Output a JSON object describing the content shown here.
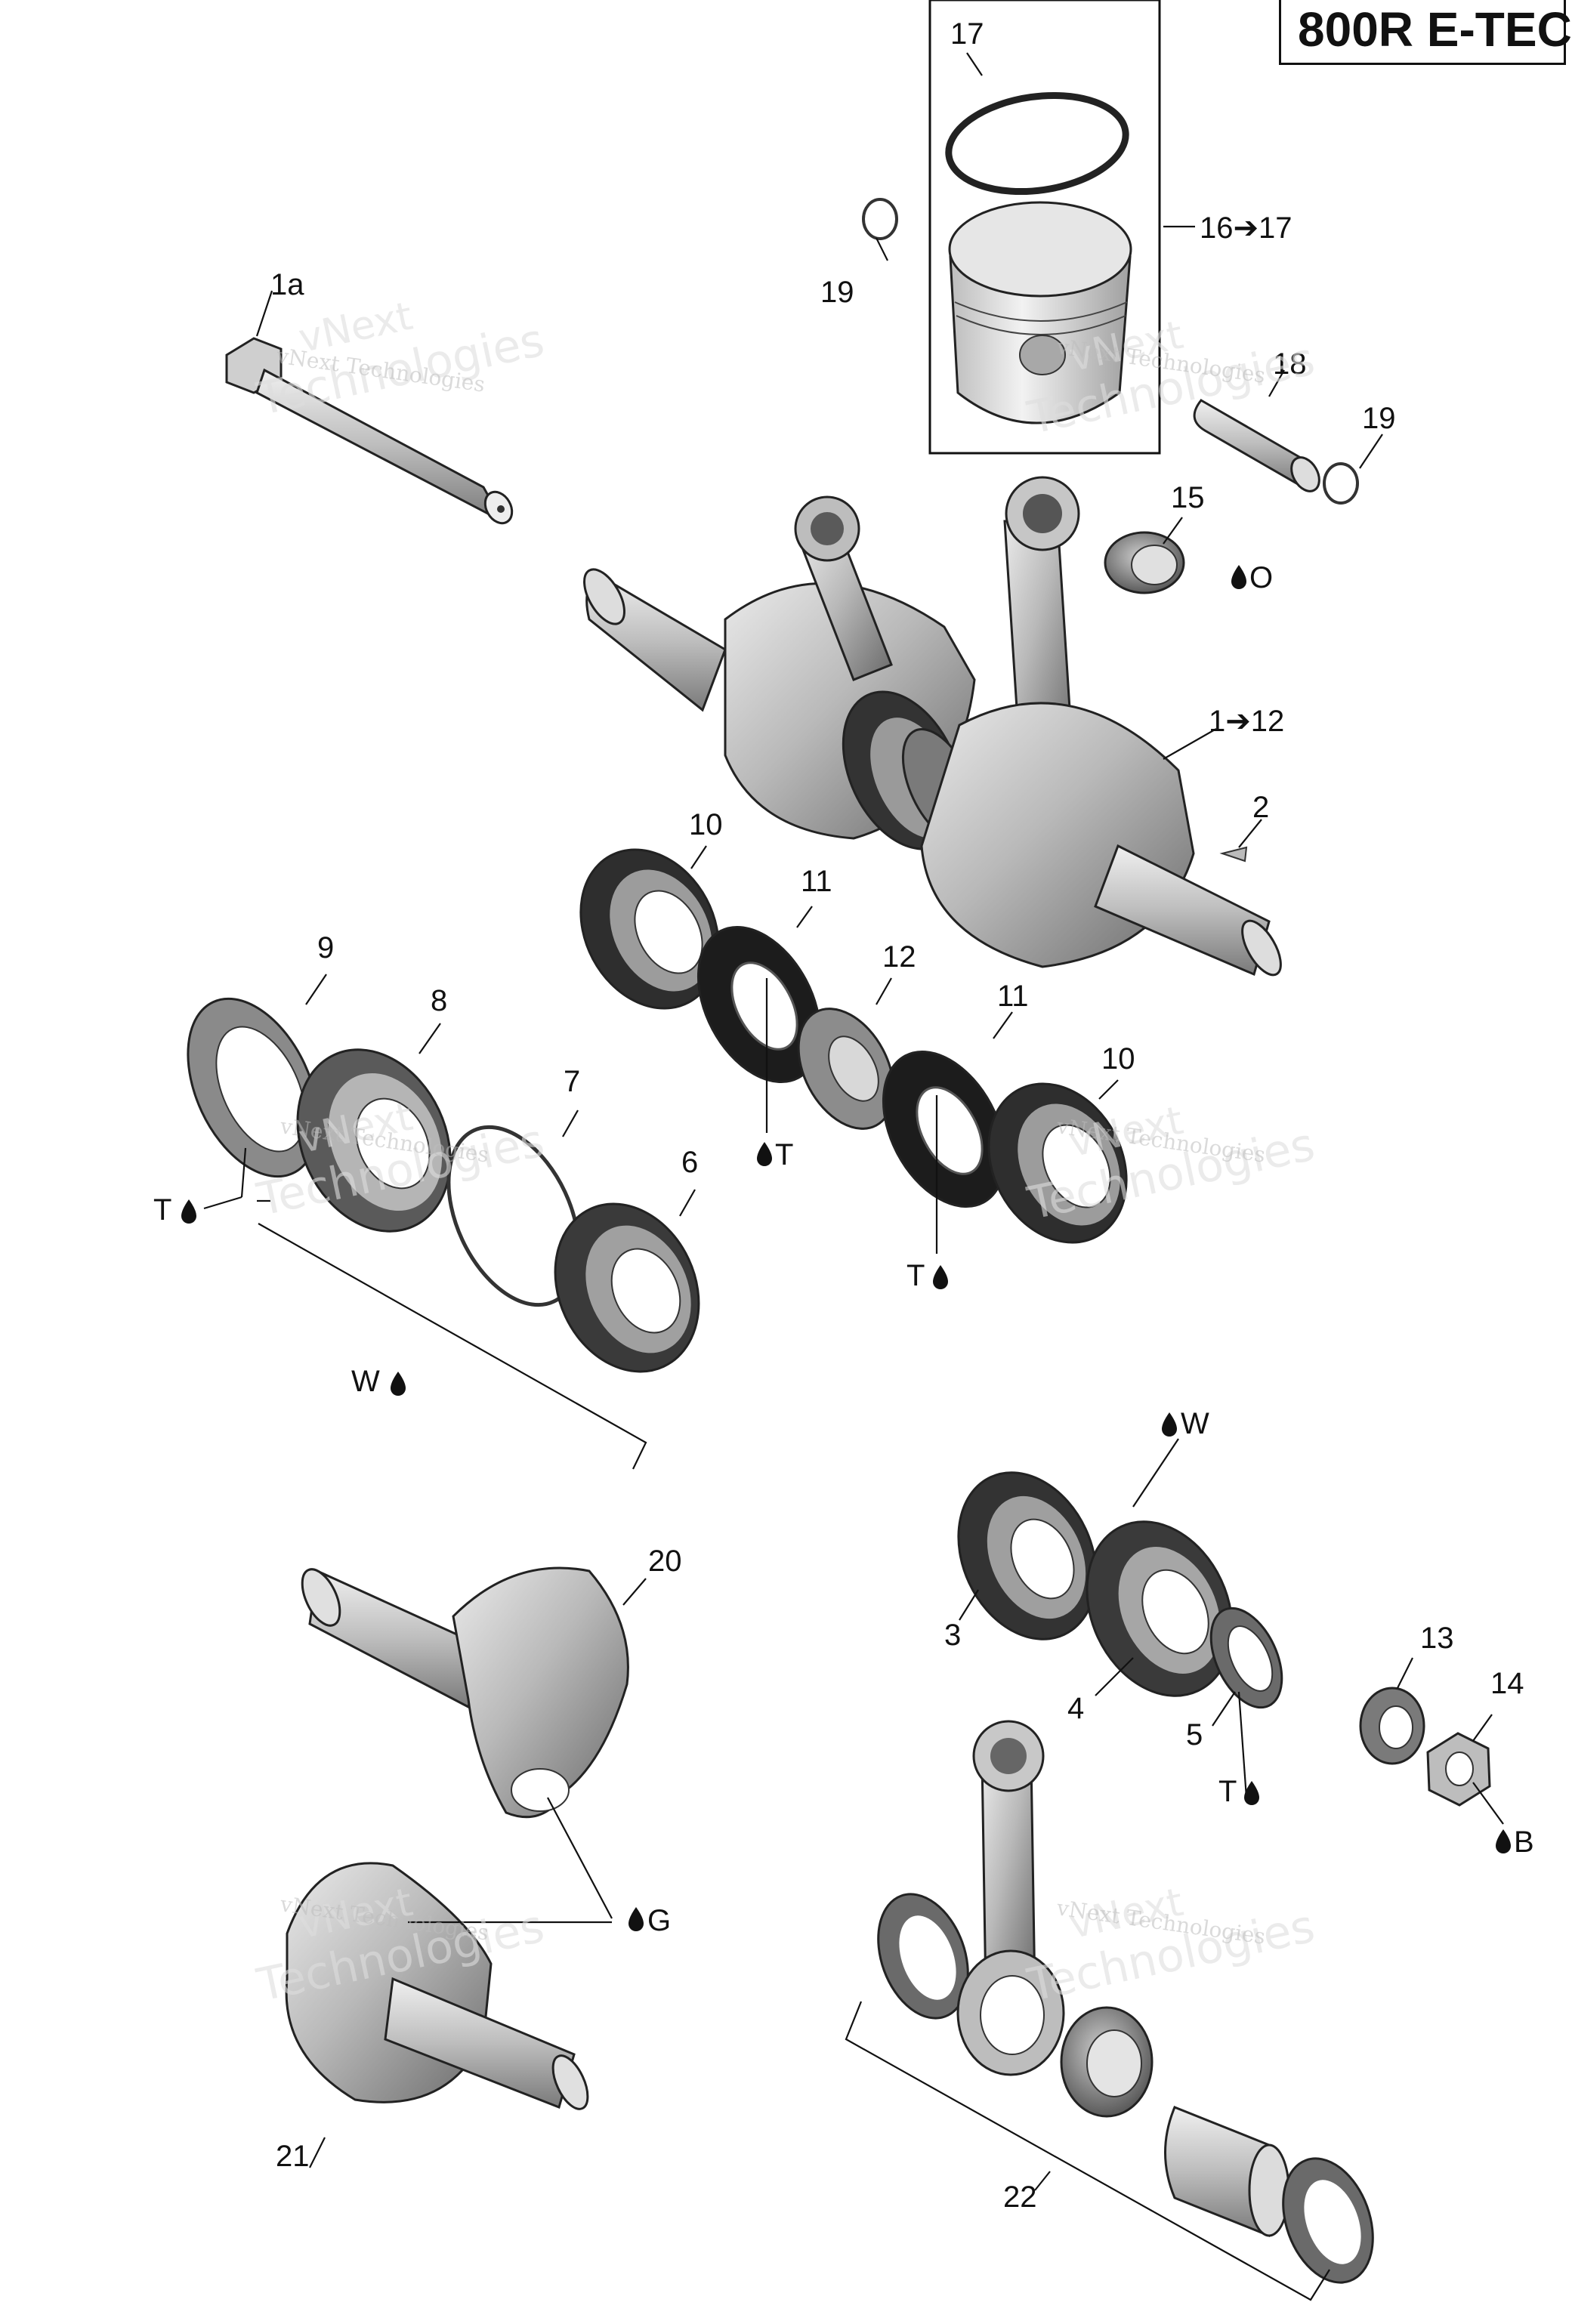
{
  "title": "800R E-TEC",
  "watermark": {
    "line1": "vNext",
    "line2": "Technologies",
    "small": "vNext Technologies"
  },
  "labels": {
    "p1a": "1a",
    "p1_12": "1➔12",
    "p2": "2",
    "p3": "3",
    "p4": "4",
    "p5": "5",
    "p6": "6",
    "p7": "7",
    "p8": "8",
    "p9": "9",
    "p10a": "10",
    "p10b": "10",
    "p11a": "11",
    "p11b": "11",
    "p12": "12",
    "p13": "13",
    "p14": "14",
    "p15": "15",
    "p16_17": "16➔17",
    "p17": "17",
    "p18": "18",
    "p19a": "19",
    "p19b": "19",
    "p20": "20",
    "p21": "21",
    "p22": "22"
  },
  "lubricants": {
    "o": "O",
    "t1": "T",
    "t2": "T",
    "t3": "T",
    "t4": "T",
    "w1": "W",
    "w2": "W",
    "b": "B",
    "g": "G"
  },
  "colors": {
    "metal": "#9a9a9a",
    "metal_light": "#d7d7d7",
    "metal_dark": "#4a4a4a",
    "seal_dark": "#1c1c1c",
    "ink": "#111111"
  }
}
